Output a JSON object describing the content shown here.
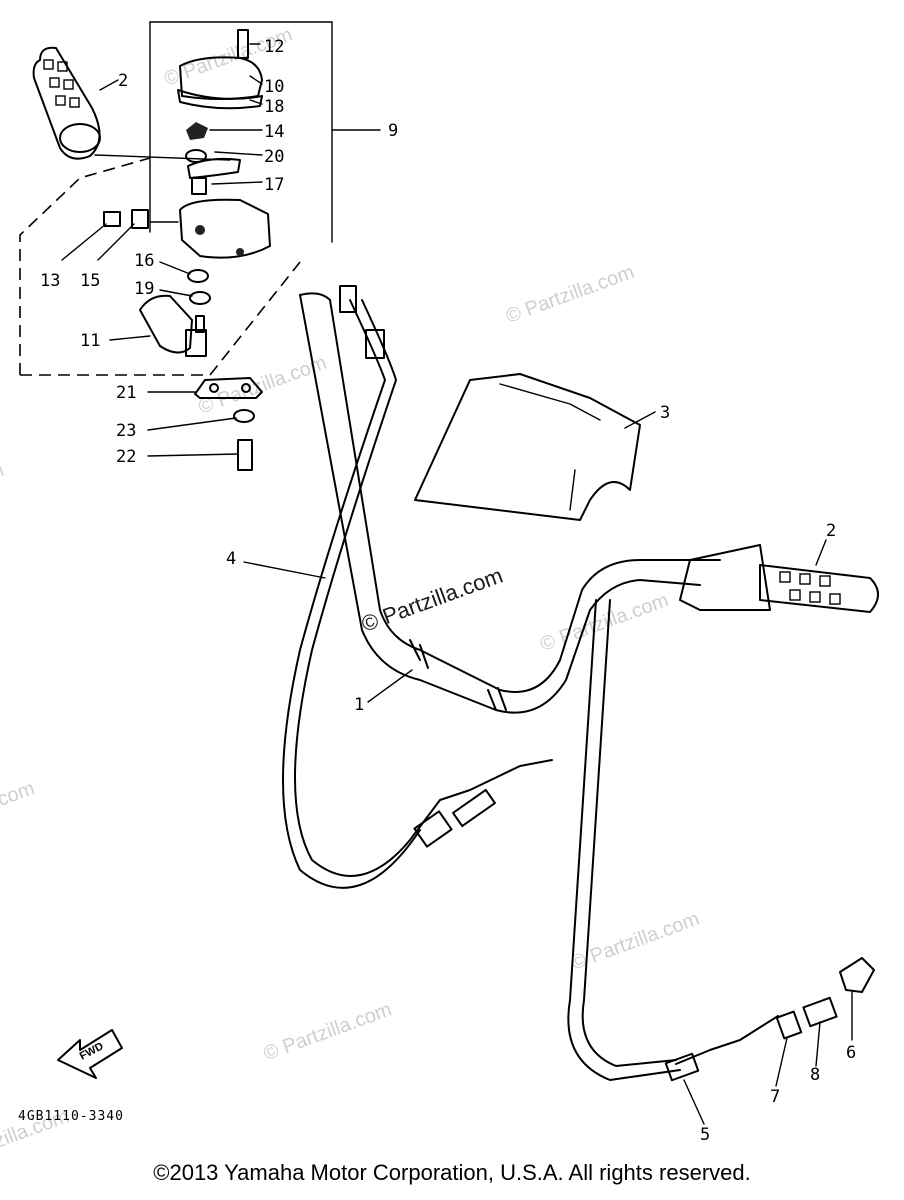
{
  "watermark": {
    "text": "© Partzilla.com"
  },
  "callouts": {
    "c1": "1",
    "c2a": "2",
    "c2b": "2",
    "c3": "3",
    "c4": "4",
    "c5": "5",
    "c6": "6",
    "c7": "7",
    "c8": "8",
    "c9": "9",
    "c10": "10",
    "c11": "11",
    "c12": "12",
    "c13": "13",
    "c14": "14",
    "c15": "15",
    "c16": "16",
    "c17": "17",
    "c18": "18",
    "c19": "19",
    "c20": "20",
    "c21": "21",
    "c22": "22",
    "c23": "23"
  },
  "fwd_label": "FWD",
  "diagram_ref": "4GB1110-3340",
  "copyright": "©2013 Yamaha Motor Corporation, U.S.A. All rights reserved.",
  "colors": {
    "ink": "#000000",
    "watermark": "#cfcfcf",
    "background": "#ffffff"
  }
}
